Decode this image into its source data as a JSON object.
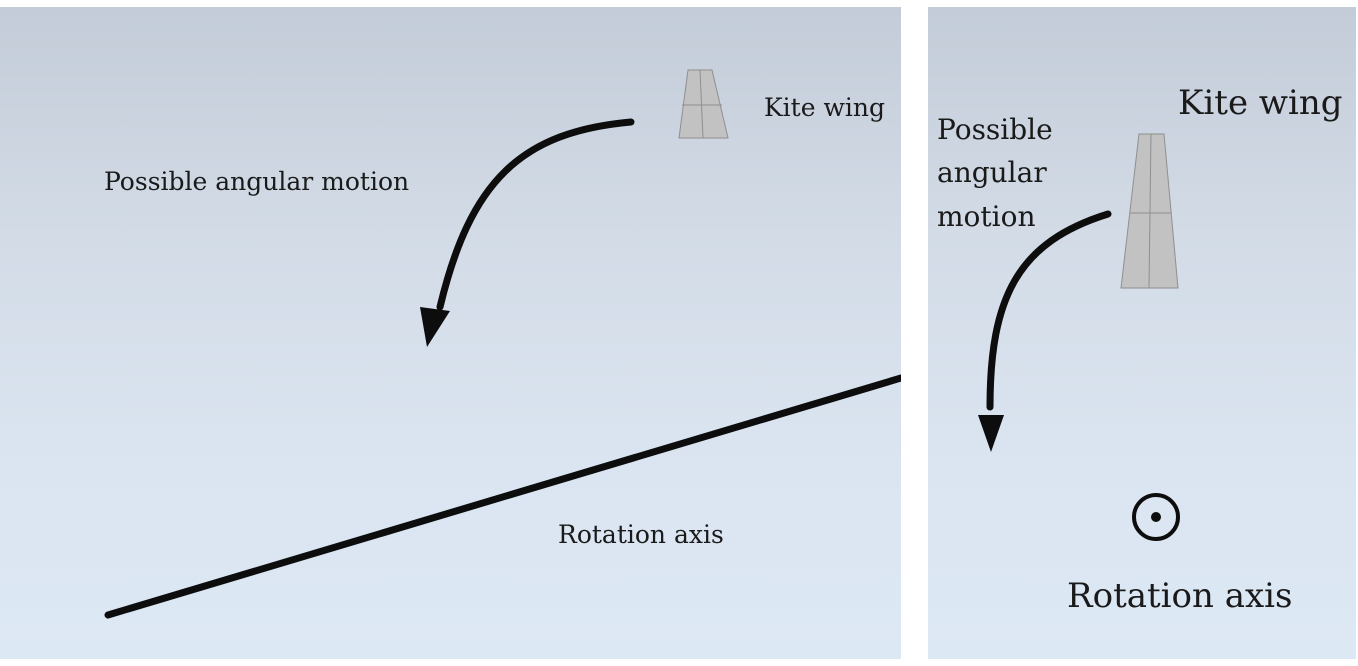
{
  "left_panel": {
    "motion_label": "Possible angular motion",
    "kite_label": "Kite wing",
    "axis_label": "Rotation axis"
  },
  "right_panel": {
    "motion_label": "Possible\nangular\nmotion",
    "kite_label": "Kite wing",
    "axis_label": "Rotation axis",
    "axis_symbol": "out-of-plane-dot-icon"
  },
  "colors": {
    "line": "#0d0d0d",
    "kite_face": "#c2c2c2",
    "kite_edge": "#8f8f8f"
  }
}
